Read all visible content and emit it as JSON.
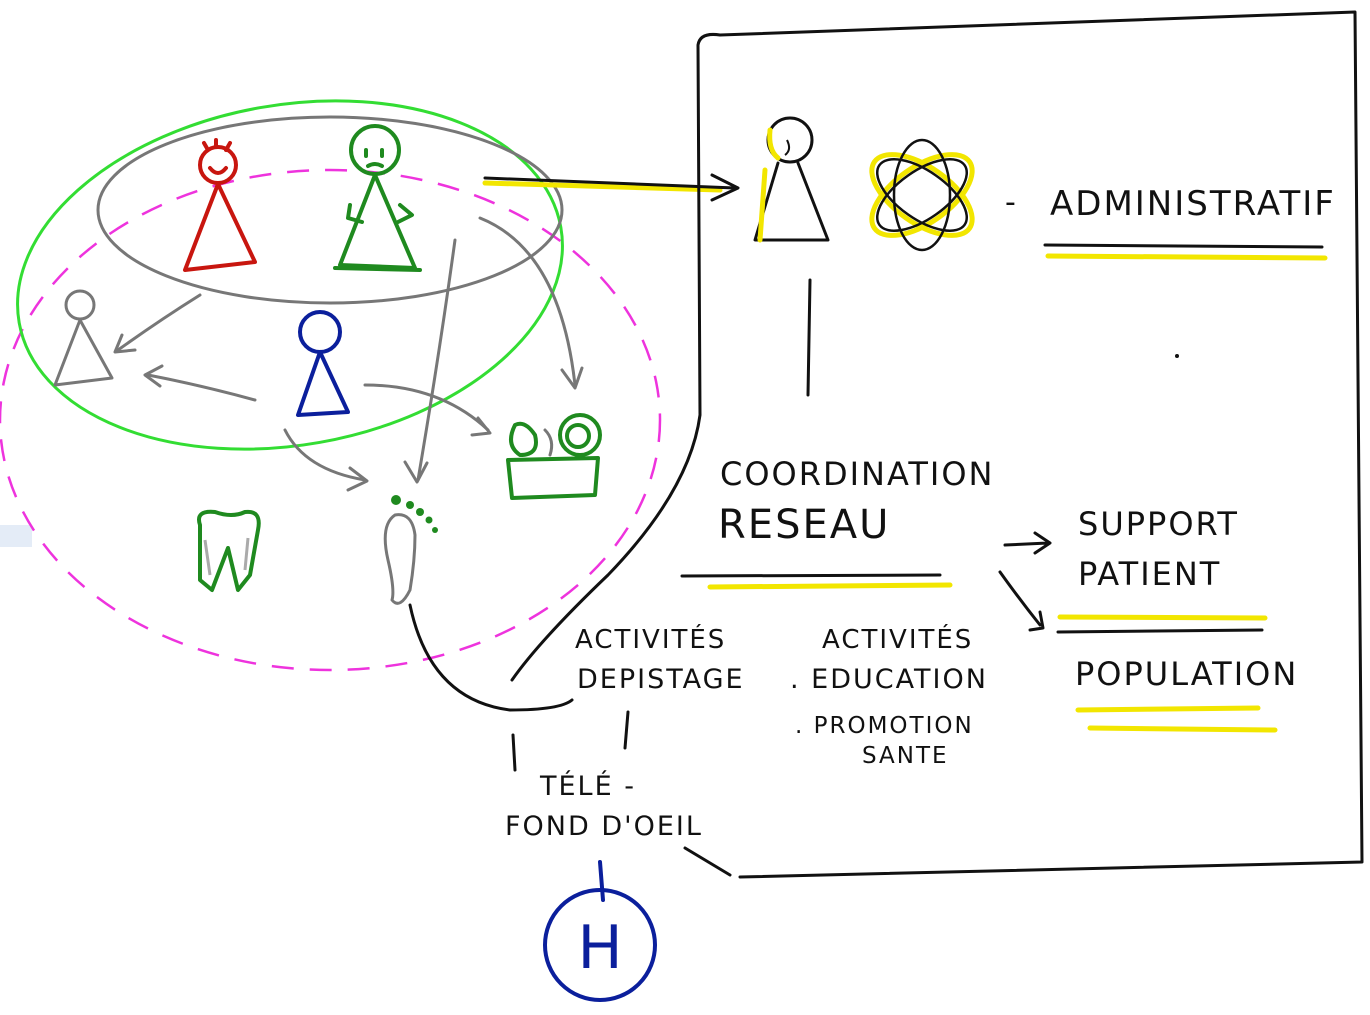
{
  "labels": {
    "administratif": "ADMINISTRATIF",
    "coordination": "COORDINATION",
    "reseau": "RESEAU",
    "support": "SUPPORT",
    "patient": "PATIENT",
    "population": "POPULATION",
    "activites_1": "ACTIVITÉS",
    "depistage": "DEPISTAGE",
    "activites_2": "ACTIVITÉS",
    "education": ". EDUCATION",
    "promotion": ". PROMOTION",
    "sante": "SANTE",
    "tele": "TÉLÉ -",
    "fond_oeil": "FOND D'OEIL",
    "dash": "-",
    "hospital": "H"
  },
  "colors": {
    "ink": "#111111",
    "grey": "#777777",
    "yellow": "#f2e600",
    "green_ellipse": "#33dd33",
    "magenta_dashed": "#ee33dd",
    "red_person": "#c8160f",
    "green_person": "#1f8a1f",
    "blue_person": "#0b1f9c",
    "left_strip": "#e4ecf7"
  },
  "icons": {
    "red_person": "happy-person-icon",
    "green_person": "worried-person-icon",
    "blue_person": "person-icon",
    "grey_person": "person-icon",
    "tooth": "tooth-icon",
    "foot": "footprint-icon",
    "food_basket": "fruit-basket-icon",
    "admin_person": "person-icon",
    "atom": "atom-icon",
    "hospital": "hospital-icon"
  }
}
